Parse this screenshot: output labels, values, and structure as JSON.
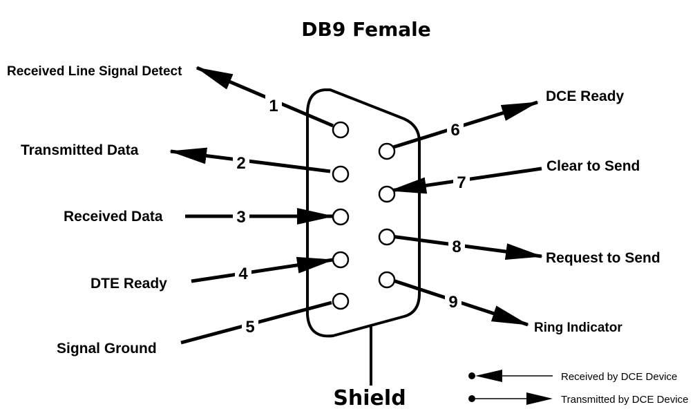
{
  "title": "DB9 Female",
  "shield_label": "Shield",
  "pins": [
    {
      "number": "1",
      "signal": "Received Line Signal Detect",
      "direction": "transmitted"
    },
    {
      "number": "2",
      "signal": "Transmitted Data",
      "direction": "transmitted"
    },
    {
      "number": "3",
      "signal": "Received Data",
      "direction": "received"
    },
    {
      "number": "4",
      "signal": "DTE Ready",
      "direction": "received"
    },
    {
      "number": "5",
      "signal": "Signal Ground",
      "direction": "none"
    },
    {
      "number": "6",
      "signal": "DCE Ready",
      "direction": "transmitted"
    },
    {
      "number": "7",
      "signal": "Clear to Send",
      "direction": "received"
    },
    {
      "number": "8",
      "signal": "Request to Send",
      "direction": "transmitted"
    },
    {
      "number": "9",
      "signal": "Ring Indicator",
      "direction": "transmitted"
    }
  ],
  "legend": {
    "received": "Received by DCE Device",
    "transmitted": "Transmitted by DCE Device"
  },
  "colors": {
    "ink": "#000000",
    "pin_fill": "#ffffff"
  }
}
